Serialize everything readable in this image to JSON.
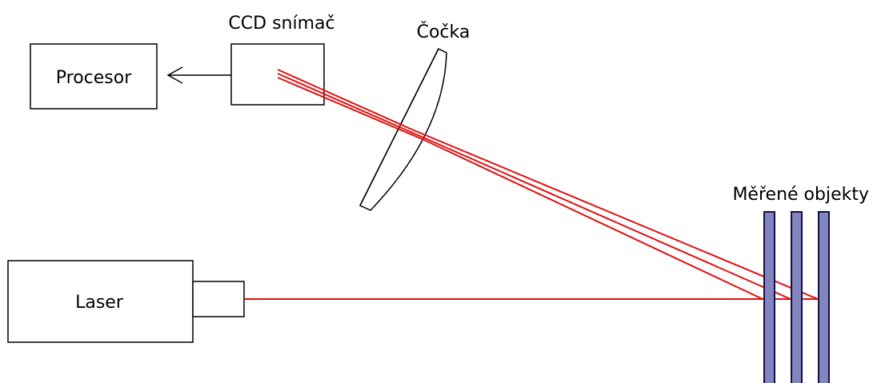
{
  "labels": {
    "processor": "Procesor",
    "ccd": "CCD snímač",
    "lens": "Čočka",
    "laser": "Laser",
    "objects": "Měřené objekty"
  },
  "colors": {
    "beam": "#e01010",
    "object_fill": "#8585bd",
    "object_stroke": "#10104a",
    "outline": "#000000"
  }
}
